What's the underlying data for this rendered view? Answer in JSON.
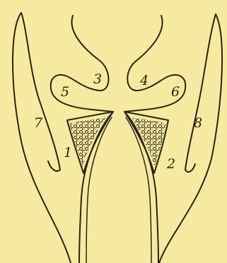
{
  "figure": {
    "background_color": "#f5ea9f",
    "ink_color": "#2a2418",
    "labels": [
      "1",
      "2",
      "3",
      "4",
      "5",
      "6",
      "7",
      "8"
    ]
  }
}
